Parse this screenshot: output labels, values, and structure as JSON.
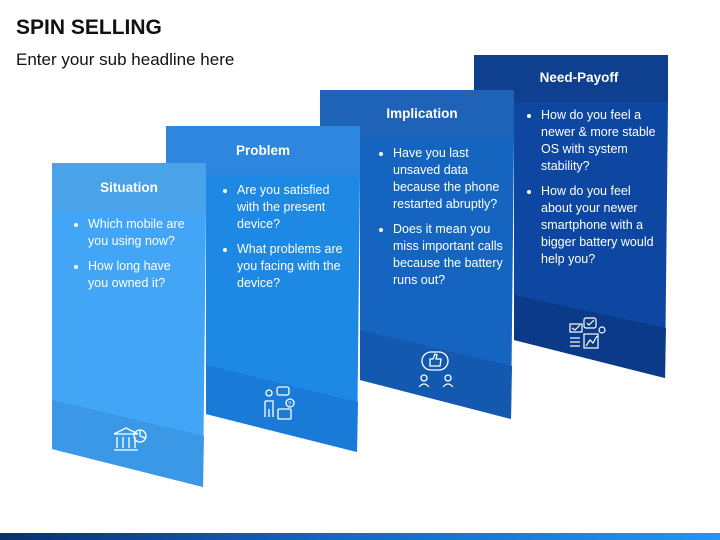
{
  "slide": {
    "title": "SPIN SELLING",
    "subtitle": "Enter your sub headline here"
  },
  "colors": {
    "situation": "#42a5f5",
    "situation_header": "#4aa3e8",
    "problem": "#1e88e5",
    "problem_header": "#2f86de",
    "implication": "#1565c0",
    "implication_header": "#1e63b8",
    "need_payoff": "#0d47a1",
    "need_payoff_header": "#0f3f8f"
  },
  "cards": [
    {
      "title": "Situation",
      "bullets": [
        "Which mobile are you using now?",
        "How long have you owned it?"
      ],
      "icon": "bank-chart-icon"
    },
    {
      "title": "Problem",
      "bullets": [
        "Are you satisfied with the present device?",
        "What problems are you facing with the device?"
      ],
      "icon": "person-question-icon"
    },
    {
      "title": "Implication",
      "bullets": [
        "Have you last unsaved data because the phone restarted abruptly?",
        "Does it mean you miss important calls because the battery runs out?"
      ],
      "icon": "thumbs-up-people-icon"
    },
    {
      "title": "Need-Payoff",
      "bullets": [
        "How do you feel a newer & more stable OS with system stability?",
        "How do you feel about your newer smartphone with a bigger battery would help you?"
      ],
      "icon": "checklist-chart-icon"
    }
  ]
}
